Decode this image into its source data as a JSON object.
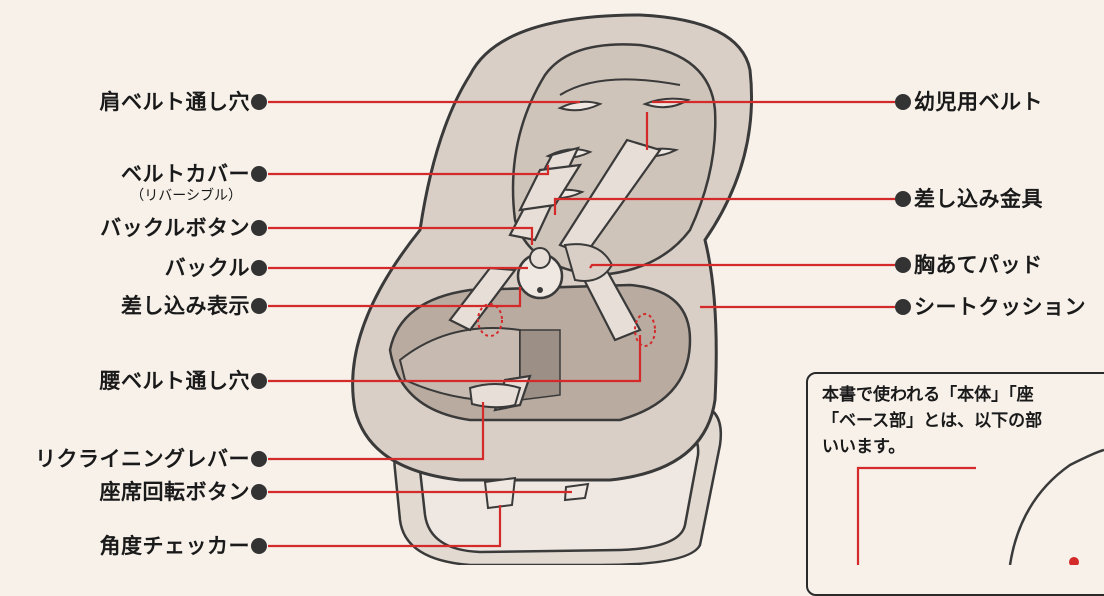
{
  "labels": {
    "left": [
      {
        "text": "肩ベルト通し穴"
      },
      {
        "text": "ベルトカバー"
      },
      {
        "text": "バックルボタン"
      },
      {
        "text": "バックル"
      },
      {
        "text": "差し込み表示"
      },
      {
        "text": "腰ベルト通し穴"
      },
      {
        "text": "リクライニングレバー"
      },
      {
        "text": "座席回転ボタン"
      },
      {
        "text": "角度チェッカー"
      }
    ],
    "belt_cover_sub": "（リバーシブル）",
    "right": [
      {
        "text": "幼児用ベルト"
      },
      {
        "text": "差し込み金具"
      },
      {
        "text": "胸あてパッド"
      },
      {
        "text": "シートクッション"
      }
    ]
  },
  "note": {
    "line1": "本書で使われる「本体」「座",
    "line2": "「ベース部」とは、以下の部",
    "line3": "いいます。"
  },
  "colors": {
    "leader": "#d42a2a",
    "dot": "#333333",
    "outline": "#3a3a3a",
    "shell": "#d9cfc6",
    "cushion": "#b9aba0",
    "harness": "#e6ded7"
  }
}
